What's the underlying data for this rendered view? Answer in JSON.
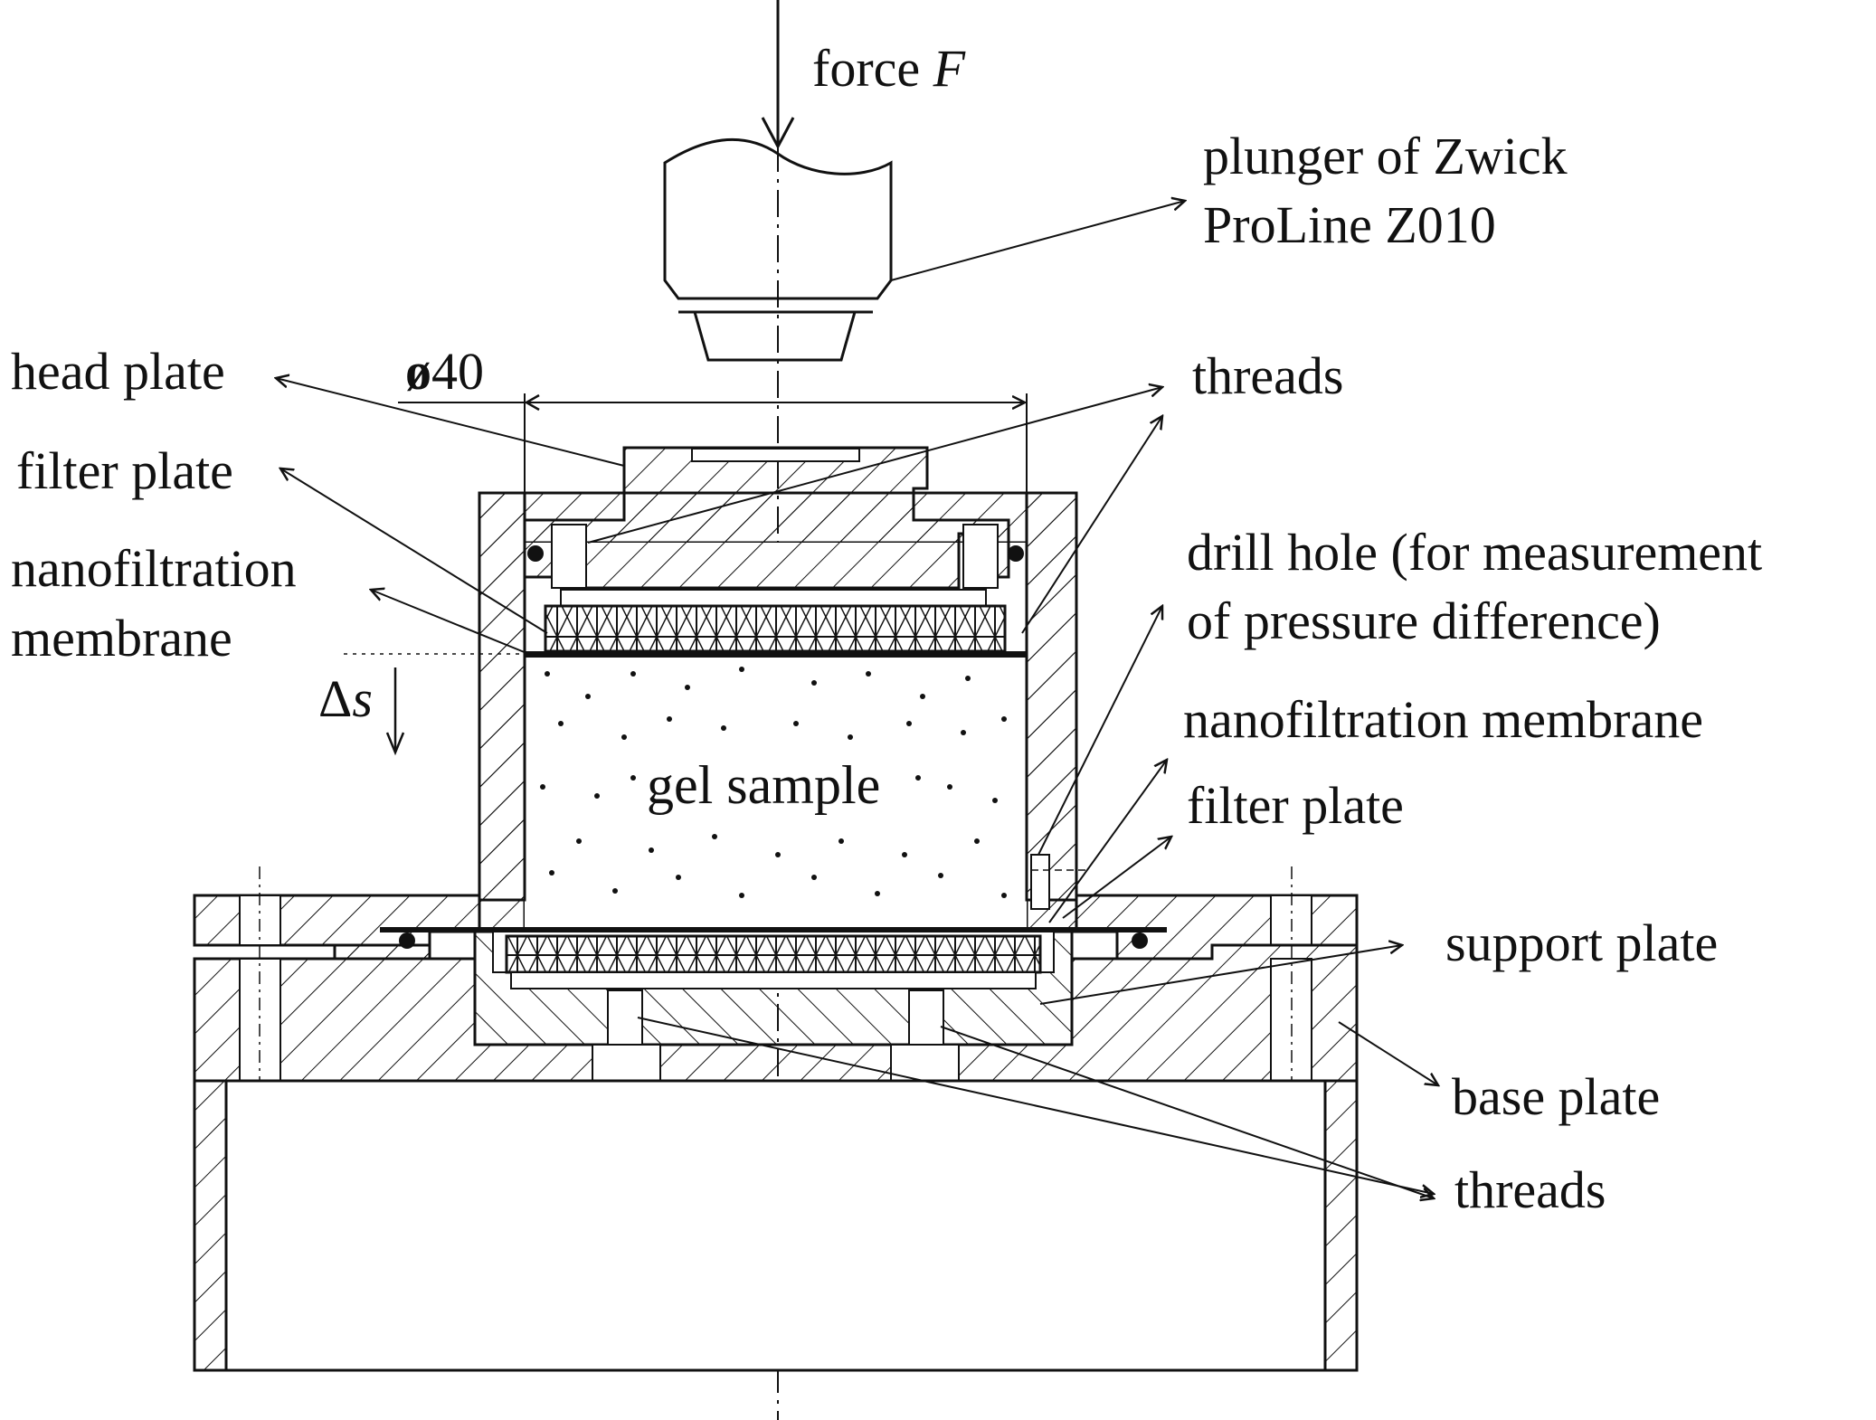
{
  "labels": {
    "force": "force ",
    "force_var": "F",
    "plunger_line1": "plunger of Zwick",
    "plunger_line2": "ProLine Z010",
    "head_plate": "head plate",
    "diameter_symbol": "ø",
    "diameter_value": "40",
    "threads_top": "threads",
    "filter_plate_left": "filter plate",
    "nf_membrane_left_line1": "nanofiltration",
    "nf_membrane_left_line2": "membrane",
    "delta_s_delta": "Δ",
    "delta_s_var": "s",
    "drill_hole_line1": "drill hole (for measurement",
    "drill_hole_line2": "of pressure difference)",
    "nf_membrane_right": "nanofiltration membrane",
    "filter_plate_right": "filter plate",
    "gel_sample": "gel sample",
    "support_plate": "support plate",
    "base_plate": "base plate",
    "threads_bottom": "threads"
  },
  "colors": {
    "ink": "#111111",
    "background": "#ffffff"
  }
}
